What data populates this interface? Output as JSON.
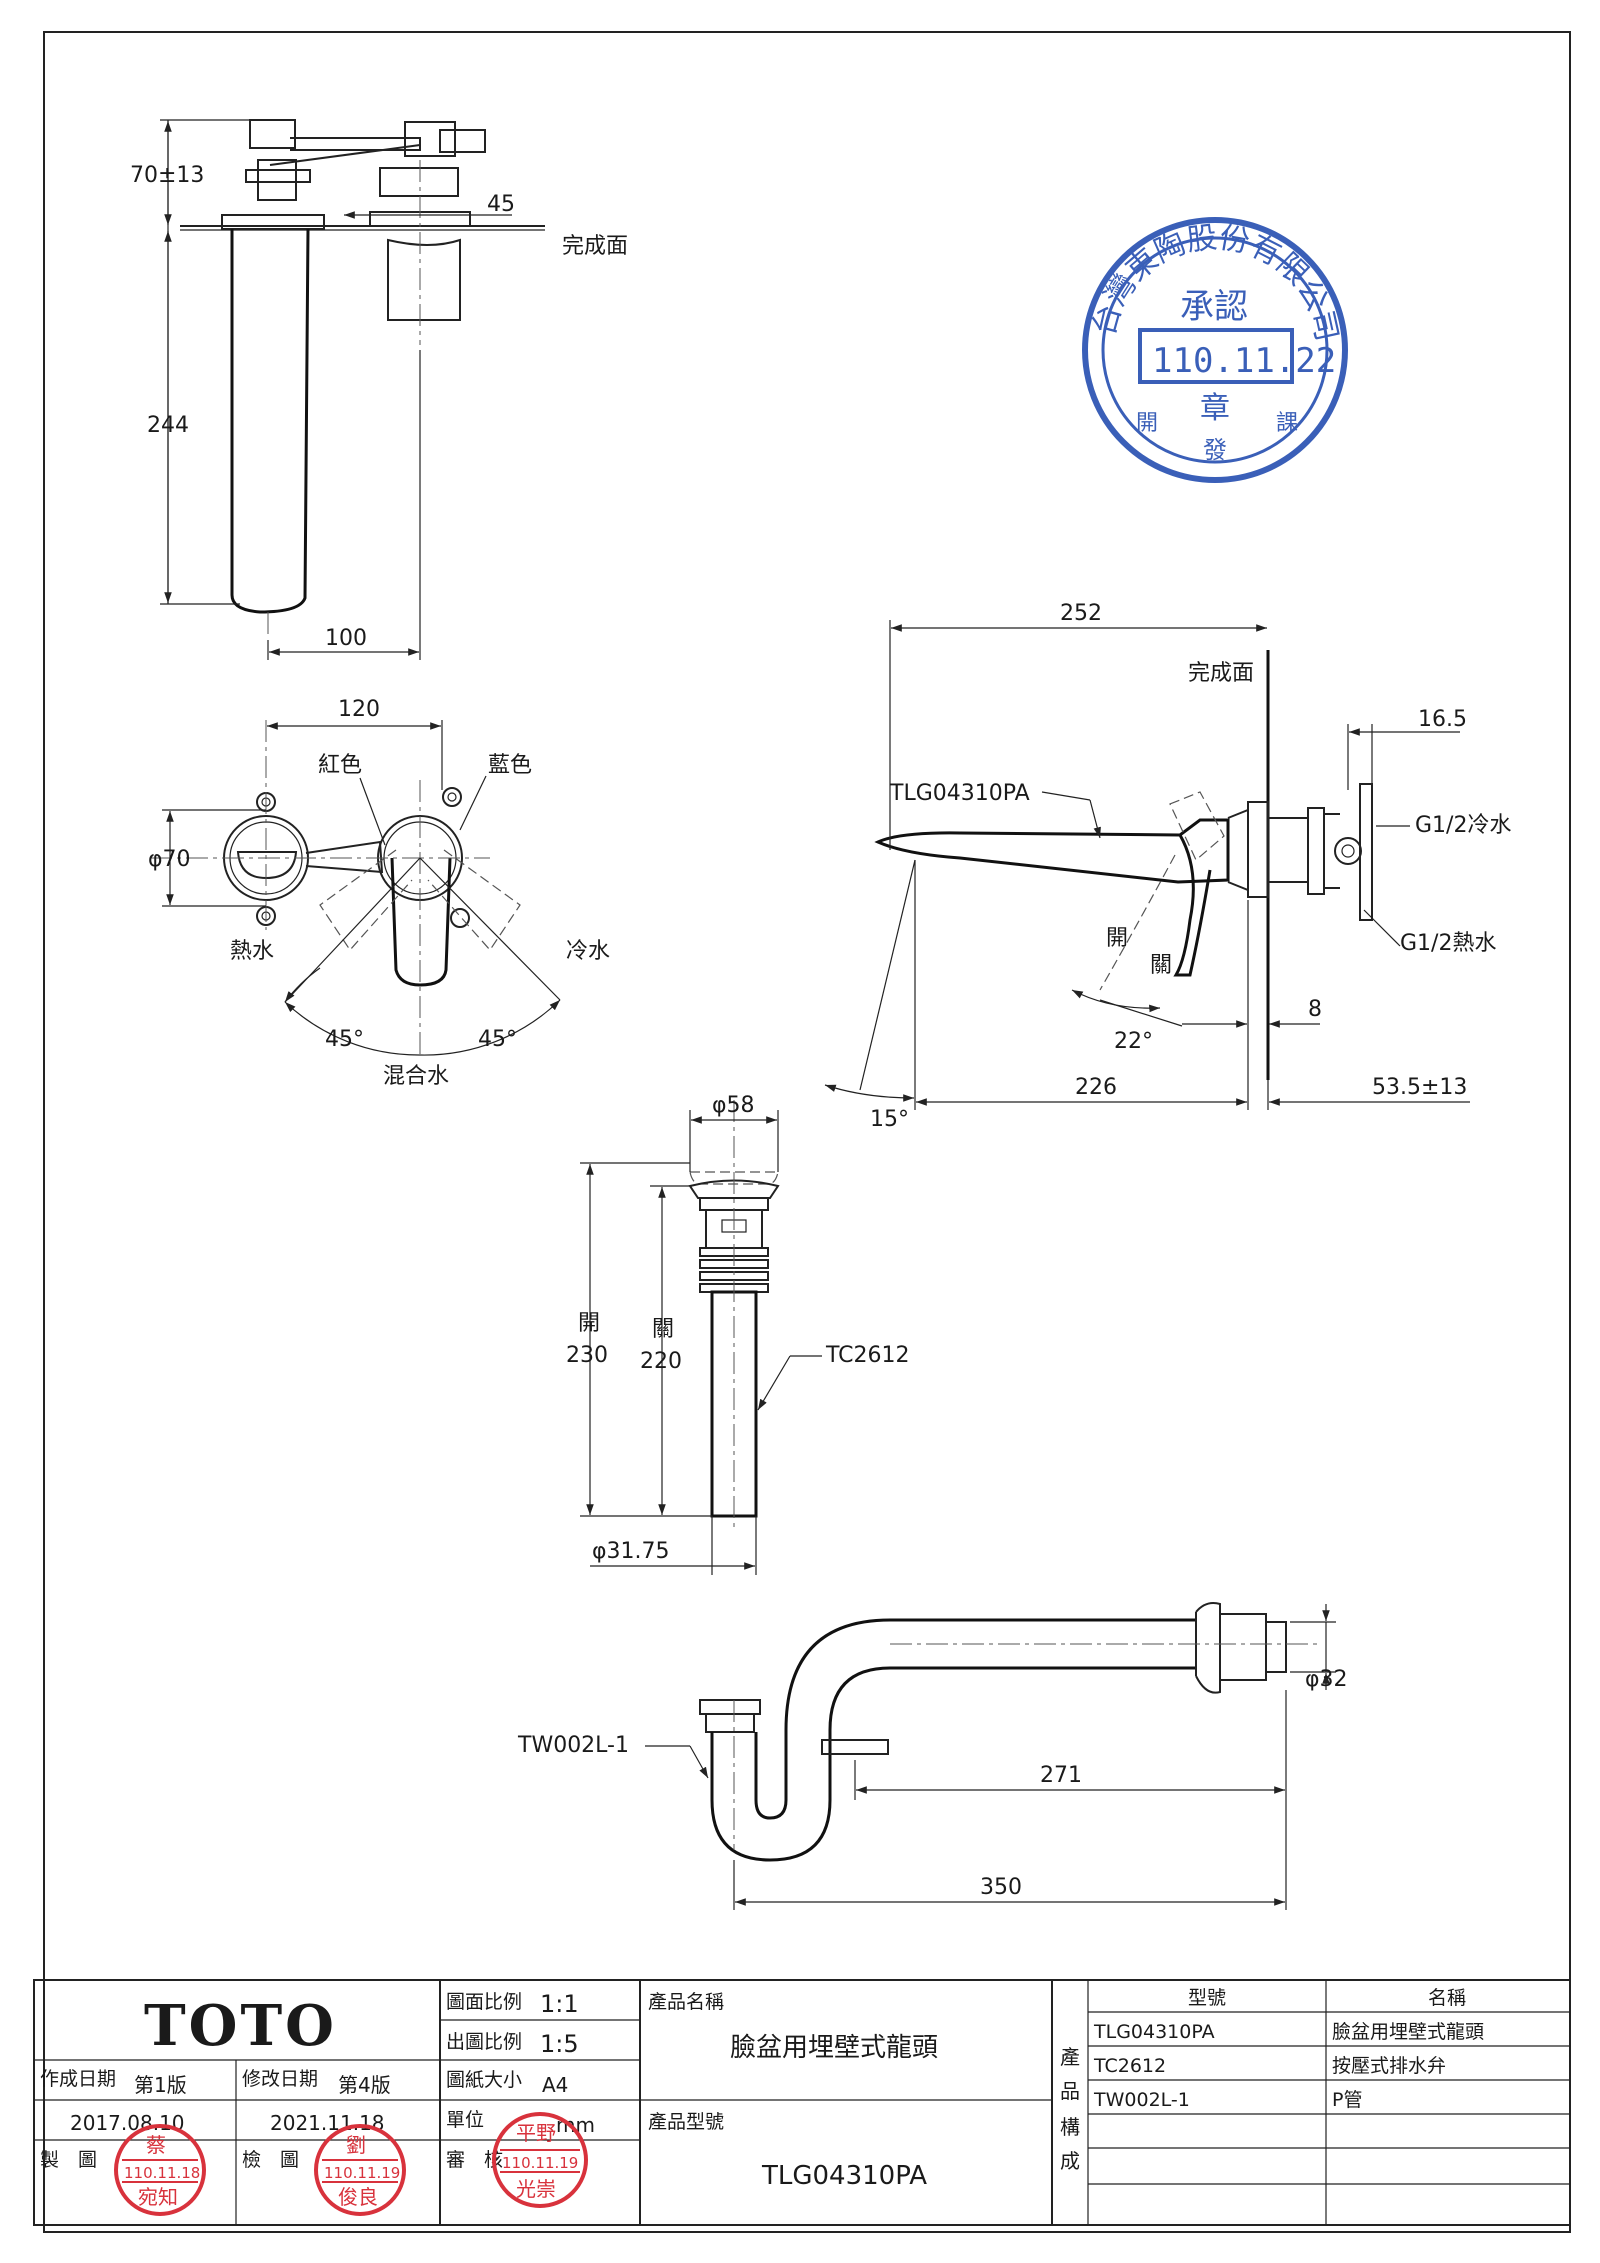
{
  "dims": {
    "d70_13": "70±13",
    "d45": "45",
    "finish_face": "完成面",
    "d244": "244",
    "d100": "100",
    "d120": "120",
    "red": "紅色",
    "blue": "藍色",
    "phi70": "φ70",
    "hot_water": "熱水",
    "cold_water": "冷水",
    "a45": "45°",
    "mixed_water": "混合水",
    "d252": "252",
    "d16_5": "16.5",
    "model_faucet": "TLG04310PA",
    "g_cold": "G1/2冷水",
    "g_hot": "G1/2熱水",
    "open": "開",
    "close": "關",
    "d8": "8",
    "a22": "22°",
    "a15": "15°",
    "d226": "226",
    "d53_5": "53.5±13",
    "phi58": "φ58",
    "d230": "230",
    "d220": "220",
    "model_drain": "TC2612",
    "phi31_75": "φ31.75",
    "model_trap": "TW002L-1",
    "phi32": "φ32",
    "d271": "271",
    "d350": "350"
  },
  "stamp": {
    "arc_text": "台灣東陶股份有限公司",
    "approve": "承認",
    "date": "110.11.22",
    "seal": "章",
    "side_left": "開",
    "side_right": "課",
    "bottom": "發"
  },
  "titleblock": {
    "logo": "TOTO",
    "created_label": "作成日期",
    "edition1": "第1版",
    "created_date": "2017.08.10",
    "revised_label": "修改日期",
    "edition4": "第4版",
    "revised_date": "2021.11.18",
    "drawn_label": "製　圖",
    "checked_label": "檢　圖",
    "scale_label": "圖面比例",
    "scale_value": "1:1",
    "out_scale_label": "出圖比例",
    "out_scale_value": "1:5",
    "paper_label": "圖紙大小",
    "paper_value": "A4",
    "unit_label": "單位",
    "unit_value": "mm",
    "review_label": "審　核",
    "product_name_label": "產品名稱",
    "product_name": "臉盆用埋壁式龍頭",
    "product_model_label": "產品型號",
    "product_model": "TLG04310PA",
    "composition_label": [
      "產",
      "品",
      "構",
      "成"
    ],
    "comp_header_model": "型號",
    "comp_header_name": "名稱",
    "components": [
      {
        "model": "TLG04310PA",
        "name": "臉盆用埋壁式龍頭"
      },
      {
        "model": "TC2612",
        "name": "按壓式排水弁"
      },
      {
        "model": "TW002L-1",
        "name": "P管"
      }
    ],
    "stamp_drawn_date": "110.11.18",
    "stamp_drawn_name_top": "蔡",
    "stamp_drawn_name": "宛知",
    "stamp_checked_date": "110.11.19",
    "stamp_checked_name_top": "劉",
    "stamp_checked_name": "俊良",
    "stamp_review_date": "110.11.19",
    "stamp_review_name_top": "平野",
    "stamp_review_name": "光崇"
  }
}
